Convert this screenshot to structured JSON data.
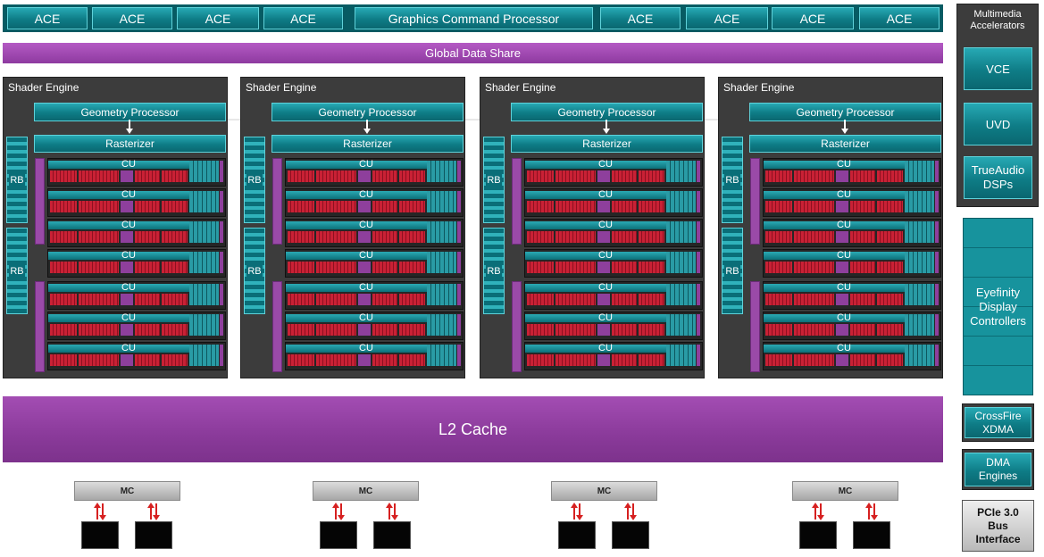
{
  "top_bar": {
    "blocks": [
      "ACE",
      "ACE",
      "ACE",
      "ACE",
      "Graphics Command Processor",
      "ACE",
      "ACE",
      "ACE",
      "ACE"
    ]
  },
  "global_data_share": "Global Data Share",
  "shader_engine": {
    "title": "Shader Engine",
    "geometry_processor": "Geometry Processor",
    "rasterizer": "Rasterizer",
    "rb_label": "RB",
    "cu_label": "CU"
  },
  "l2_cache": "L2 Cache",
  "memory_controller": "MC",
  "sidebar": {
    "multimedia_title": "Multimedia Accelerators",
    "vce": "VCE",
    "uvd": "UVD",
    "trueaudio": "TrueAudio DSPs",
    "eyefinity": "Eyefinity Display Controllers",
    "crossfire": "CrossFire XDMA",
    "dma": "DMA Engines",
    "pcie": "PCIe 3.0 Bus Interface"
  },
  "colors": {
    "teal": "#0e7c86",
    "purple": "#8e3aa0",
    "dark_panel": "#3c3c3c",
    "cu_red": "#b3182b",
    "arrow_red": "#d62020"
  }
}
